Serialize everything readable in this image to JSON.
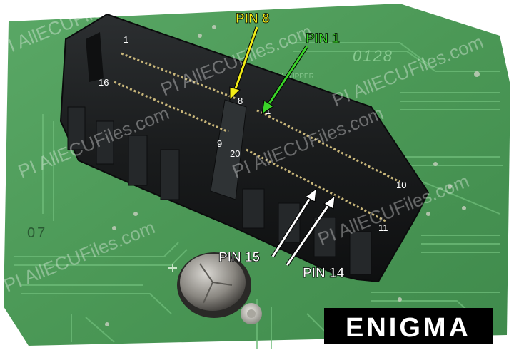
{
  "pin_labels": {
    "pin8": "PIN 8",
    "pin1": "PIN 1",
    "pin15": "PIN 15",
    "pin14": "PIN 14"
  },
  "pin_numbers": {
    "n1": "1",
    "n16": "16",
    "n8": "8",
    "n1b": "1",
    "n9": "9",
    "n20": "20",
    "n10": "10",
    "n11": "11"
  },
  "pcb_text": {
    "code": "0128",
    "silk_label": "BOTTOM UPPER",
    "number": "07"
  },
  "logo": {
    "text": "ENIGMA"
  },
  "watermark": {
    "text": "PI AllECUFiles.com"
  },
  "colors": {
    "board_green": "#4f9a5a",
    "connector_black": "#17191a",
    "pin8_yellow": "#f2ec16",
    "pin1_green": "#3ad428",
    "arrow_white": "#ffffff"
  }
}
